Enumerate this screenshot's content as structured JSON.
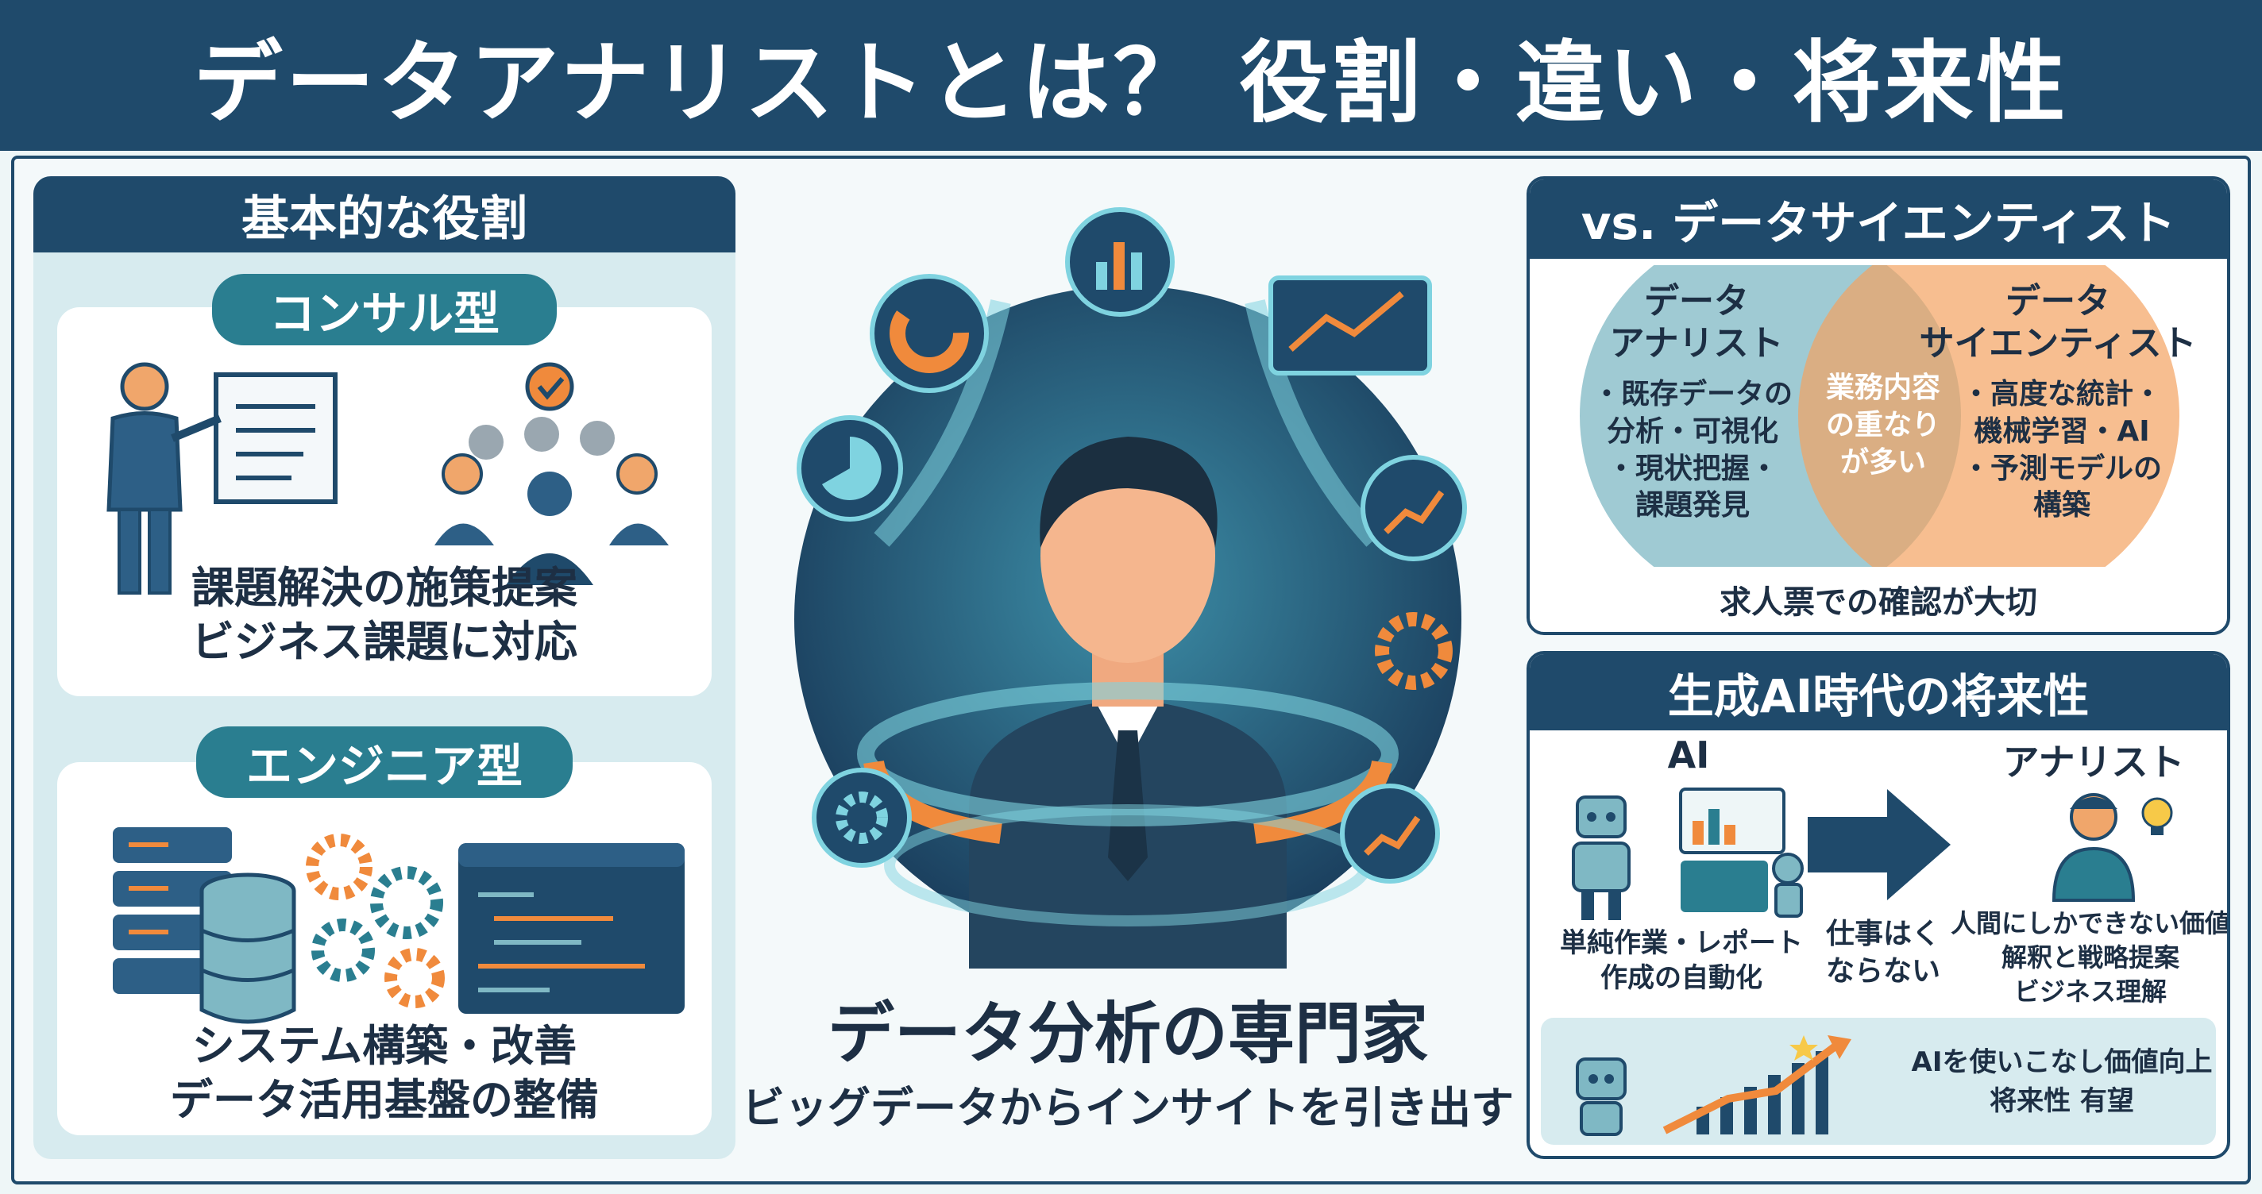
{
  "title": "データアナリストとは？ 役割・違い・将来性",
  "left": {
    "heading": "基本的な役割",
    "consul": {
      "label": "コンサル型",
      "line1": "課題解決の施策提案",
      "line2": "ビジネス課題に対応"
    },
    "engineer": {
      "label": "エンジニア型",
      "line1": "システム構築・改善",
      "line2": "データ活用基盤の整備"
    }
  },
  "center": {
    "title": "データ分析の専門家",
    "subtitle": "ビッグデータからインサイトを引き出す"
  },
  "vs": {
    "heading": "vs. データサイエンティスト",
    "analyst_name1": "データ",
    "analyst_name2": "アナリスト",
    "analyst_b1a": "・既存データの",
    "analyst_b1b": "分析・可視化",
    "analyst_b2a": "・現状把握・",
    "analyst_b2b": "課題発見",
    "overlap1": "業務内容",
    "overlap2": "の重なり",
    "overlap3": "が多い",
    "scientist_name1": "データ",
    "scientist_name2": "サイエンティスト",
    "scientist_b1a": "・高度な統計・",
    "scientist_b1b": "機械学習・AI",
    "scientist_b2a": "・予測モデルの",
    "scientist_b2b": "構築",
    "note": "求人票での確認が大切",
    "colors": {
      "analyst": "#7fb8c4",
      "scientist": "#f4a261"
    }
  },
  "future": {
    "heading": "生成AI時代の将来性",
    "ai_label": "AI",
    "ai_text1": "単純作業・レポート",
    "ai_text2": "作成の自動化",
    "mid1": "仕事はく",
    "mid2": "ならない",
    "analyst_label": "アナリスト",
    "an_text1": "人間にしかできない価値",
    "an_text2": "解釈と戦略提案",
    "an_text3": "ビジネス理解",
    "bottom1": "AIを使いこなし価値向上",
    "bottom2": "将来性 有望"
  },
  "theme": {
    "navy": "#1f4a6b",
    "teal": "#2a7e90",
    "orange": "#f08a3c"
  }
}
